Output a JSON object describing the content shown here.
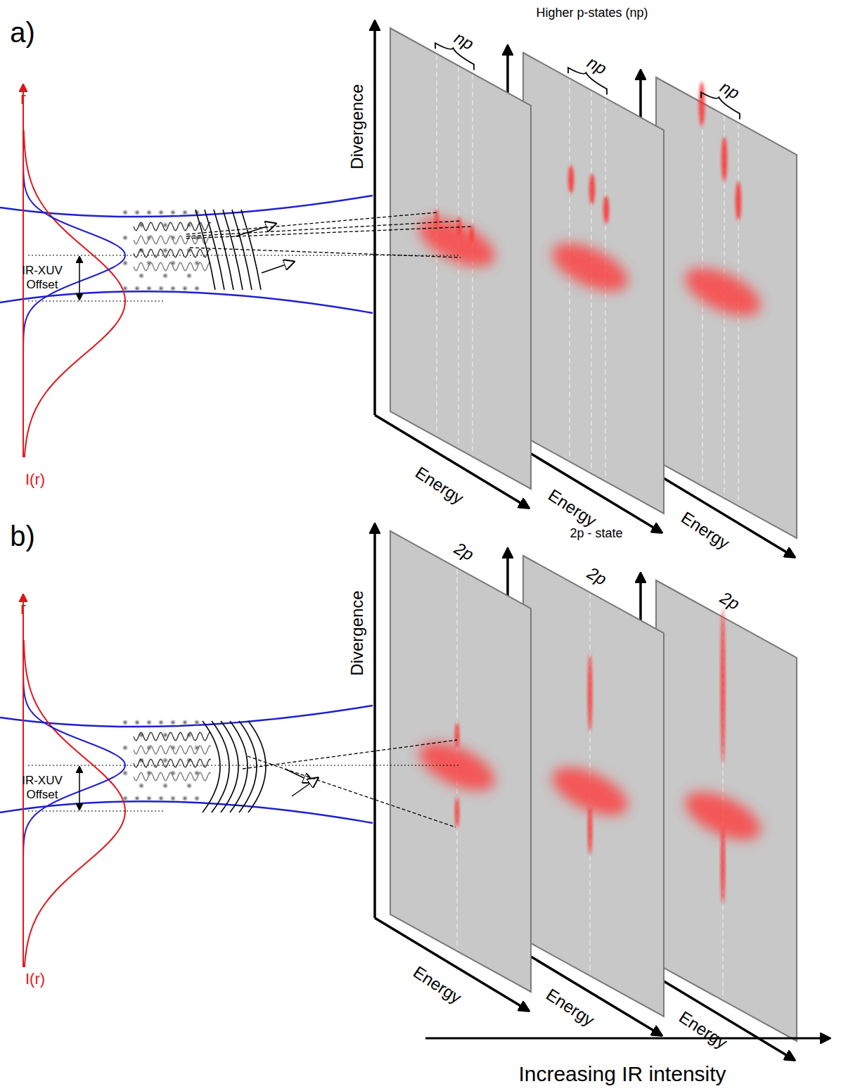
{
  "diagram": {
    "labels": [
      "a)",
      "r",
      "IR-XUV Offset",
      "I(r)",
      "Higher p-states (np)",
      "np",
      "np",
      "np",
      "Divergence",
      "Energy",
      "Energy",
      "Energy",
      "b)",
      "r",
      "IR-XUV Offset",
      "I(r)",
      "2p - state",
      "2p",
      "2p",
      "2p",
      "Divergence",
      "Energy",
      "Energy",
      "Energy",
      "Increasing IR intensity"
    ]
  }
}
